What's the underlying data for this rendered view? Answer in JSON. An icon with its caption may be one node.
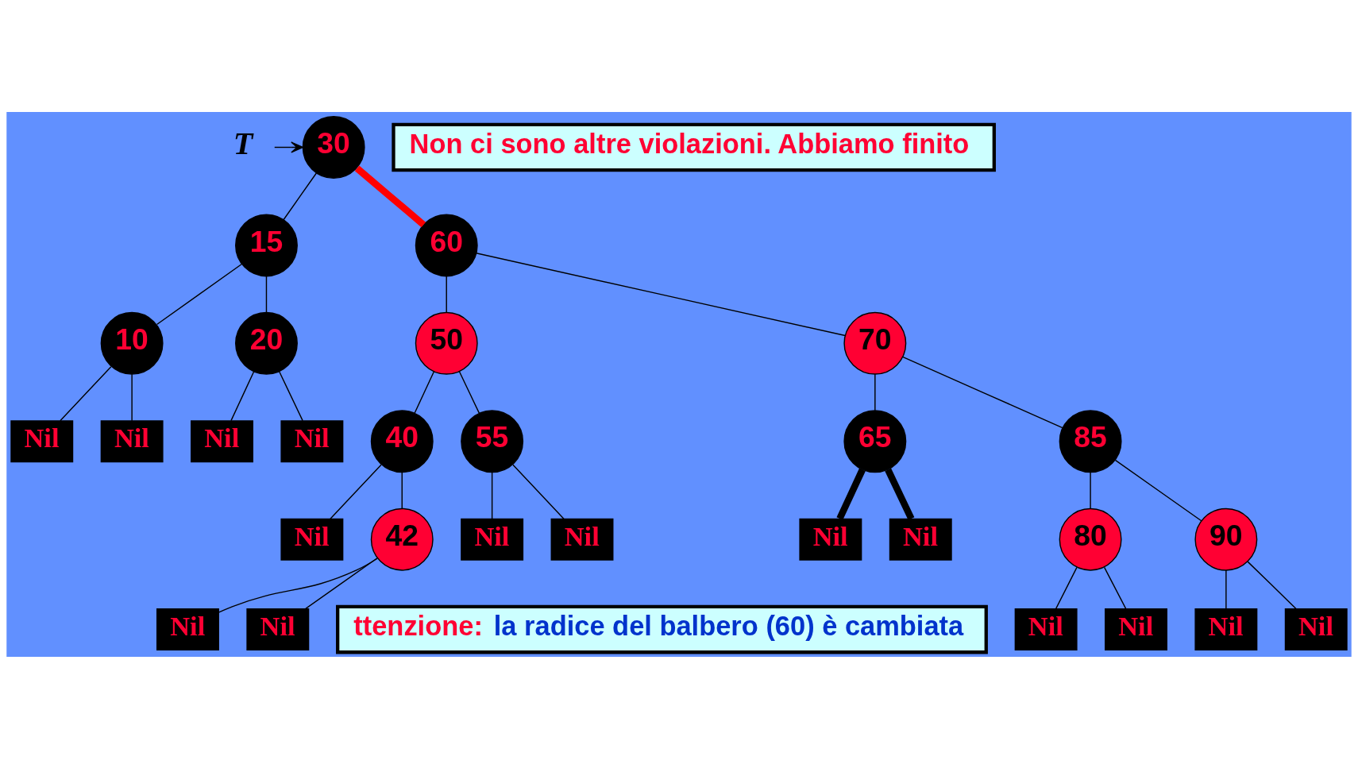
{
  "diagram": {
    "nodes": [
      {
        "text": [
          "30"
        ]
      },
      {
        "text": [
          "15"
        ]
      },
      {
        "text": [
          "60"
        ]
      },
      {
        "text": [
          "10"
        ]
      },
      {
        "text": [
          "20"
        ]
      },
      {
        "text": [
          "50"
        ]
      },
      {
        "text": [
          "70"
        ]
      },
      {
        "text": [
          "Nil"
        ]
      },
      {
        "text": [
          "Nil"
        ]
      },
      {
        "text": [
          "Nil"
        ]
      },
      {
        "text": [
          "Nil"
        ]
      },
      {
        "text": [
          "40"
        ]
      },
      {
        "text": [
          "55"
        ]
      },
      {
        "text": [
          "65"
        ]
      },
      {
        "text": [
          "85"
        ]
      },
      {
        "text": [
          "Nil"
        ]
      },
      {
        "text": [
          "42"
        ]
      },
      {
        "text": [
          "Nil"
        ]
      },
      {
        "text": [
          "Nil"
        ]
      },
      {
        "text": [
          "Nil"
        ]
      },
      {
        "text": [
          "Nil"
        ]
      },
      {
        "text": [
          "80"
        ]
      },
      {
        "text": [
          "90"
        ]
      },
      {
        "text": [
          "Nil"
        ]
      },
      {
        "text": [
          "Nil"
        ]
      },
      {
        "text": [
          "Nil"
        ]
      },
      {
        "text": [
          "Nil"
        ]
      },
      {
        "text": [
          "Nil"
        ]
      },
      {
        "text": [
          "Nil"
        ]
      },
      {
        "text": [
          "T"
        ]
      },
      {
        "text": [
          "Non ci sono altre violazioni. Abbiamo finito"
        ]
      },
      {
        "text": [
          "ttenzione:",
          "la radice del balbero (60) è cambiata"
        ]
      }
    ],
    "edges": [
      {
        "from": 29,
        "to": 0,
        "arrow": "to"
      },
      {
        "from": 0,
        "to": 1,
        "arrow": "none"
      },
      {
        "from": 0,
        "to": 2,
        "arrow": "none",
        "style": "thick",
        "color": "#ff0000"
      },
      {
        "from": 1,
        "to": 3,
        "arrow": "none"
      },
      {
        "from": 1,
        "to": 4,
        "arrow": "none"
      },
      {
        "from": 2,
        "to": 5,
        "arrow": "none"
      },
      {
        "from": 2,
        "to": 6,
        "arrow": "none"
      },
      {
        "from": 3,
        "to": 7,
        "arrow": "none"
      },
      {
        "from": 3,
        "to": 8,
        "arrow": "none"
      },
      {
        "from": 4,
        "to": 9,
        "arrow": "none"
      },
      {
        "from": 4,
        "to": 10,
        "arrow": "none"
      },
      {
        "from": 5,
        "to": 11,
        "arrow": "none"
      },
      {
        "from": 5,
        "to": 12,
        "arrow": "none"
      },
      {
        "from": 6,
        "to": 13,
        "arrow": "none"
      },
      {
        "from": 6,
        "to": 14,
        "arrow": "none"
      },
      {
        "from": 11,
        "to": 15,
        "arrow": "none"
      },
      {
        "from": 11,
        "to": 16,
        "arrow": "none"
      },
      {
        "from": 12,
        "to": 17,
        "arrow": "none"
      },
      {
        "from": 12,
        "to": 18,
        "arrow": "none"
      },
      {
        "from": 13,
        "to": 19,
        "arrow": "none",
        "style": "thick"
      },
      {
        "from": 13,
        "to": 20,
        "arrow": "none",
        "style": "thick"
      },
      {
        "from": 14,
        "to": 21,
        "arrow": "none"
      },
      {
        "from": 14,
        "to": 22,
        "arrow": "none"
      },
      {
        "from": 16,
        "to": 23,
        "arrow": "none"
      },
      {
        "from": 16,
        "to": 24,
        "arrow": "none"
      },
      {
        "from": 21,
        "to": 25,
        "arrow": "none"
      },
      {
        "from": 21,
        "to": 26,
        "arrow": "none"
      },
      {
        "from": 22,
        "to": 27,
        "arrow": "none"
      },
      {
        "from": 22,
        "to": 28,
        "arrow": "none"
      }
    ]
  }
}
